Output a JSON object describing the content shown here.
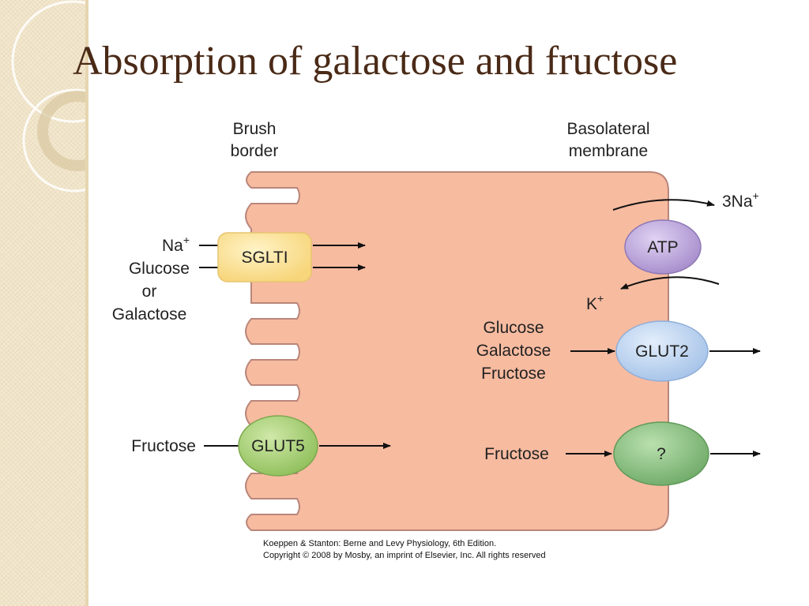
{
  "slide": {
    "title": "Absorption of galactose and fructose"
  },
  "diagram": {
    "brush_border_label": [
      "Brush",
      "border"
    ],
    "basolateral_label": [
      "Basolateral",
      "membrane"
    ],
    "apical_inputs": {
      "sodium": "Na",
      "sodium_superscript": "+",
      "glucose": "Glucose",
      "or": "or",
      "galactose": "Galactose",
      "fructose": "Fructose"
    },
    "transporters": {
      "sglt1": "SGLTI",
      "glut5": "GLUT5",
      "atp": "ATP",
      "glut2": "GLUT2",
      "unknown": "?"
    },
    "basolateral_ions": {
      "sodium_out": "3Na",
      "sodium_out_superscript": "+",
      "potassium_in": "K",
      "potassium_in_superscript": "+"
    },
    "glut2_inputs": [
      "Glucose",
      "Galactose",
      "Fructose"
    ],
    "unknown_input": "Fructose"
  },
  "credits": {
    "line1": "Koeppen & Stanton: Berne and Levy Physiology, 6th Edition.",
    "line2": "Copyright © 2008 by Mosby, an imprint of Elsevier, Inc. All rights reserved"
  },
  "colors": {
    "title": "#4a2a17",
    "cell_fill": "#f7bba0",
    "cell_stroke": "#b9867a",
    "sglt1": "#fbe39a",
    "glut5": "#a7cf73",
    "atp": "#b9a4d8",
    "glut2": "#b9d2ef",
    "unknown": "#86c184"
  }
}
